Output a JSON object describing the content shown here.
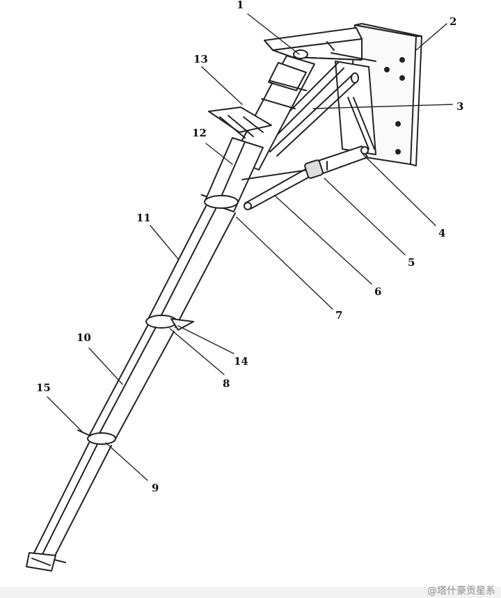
{
  "callouts": [
    {
      "id": "callout-1",
      "label": "1"
    },
    {
      "id": "callout-2",
      "label": "2"
    },
    {
      "id": "callout-3",
      "label": "3"
    },
    {
      "id": "callout-4",
      "label": "4"
    },
    {
      "id": "callout-5",
      "label": "5"
    },
    {
      "id": "callout-6",
      "label": "6"
    },
    {
      "id": "callout-7",
      "label": "7"
    },
    {
      "id": "callout-8",
      "label": "8"
    },
    {
      "id": "callout-9",
      "label": "9"
    },
    {
      "id": "callout-10",
      "label": "10"
    },
    {
      "id": "callout-11",
      "label": "11"
    },
    {
      "id": "callout-12",
      "label": "12"
    },
    {
      "id": "callout-13",
      "label": "13"
    },
    {
      "id": "callout-14",
      "label": "14"
    },
    {
      "id": "callout-15",
      "label": "15"
    }
  ],
  "watermark": "@塔什豪贡星系"
}
